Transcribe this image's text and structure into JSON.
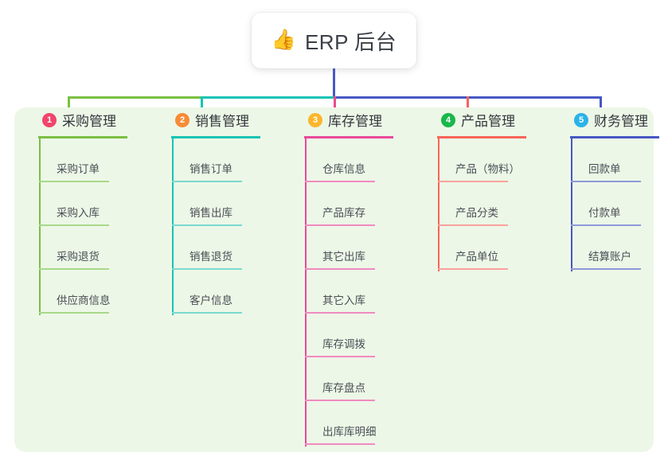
{
  "root": {
    "icon": "thumbs-up-icon",
    "icon_glyph": "👍",
    "title": "ERP 后台"
  },
  "theme": {
    "page_background": "#ffffff",
    "panel_background": "#edf7e7",
    "root_text": "#3b3f46",
    "item_text": "#4a4f56",
    "stem_color": "#4758c4"
  },
  "connectors": {
    "bus_segments": [
      {
        "name": "bus-segment-1",
        "color": "#7ac043"
      },
      {
        "name": "bus-segment-2",
        "color": "#16c4b4"
      },
      {
        "name": "bus-segment-3",
        "color": "#4758c4"
      },
      {
        "name": "bus-segment-4",
        "color": "#4758c4"
      }
    ],
    "drops": [
      {
        "name": "drop-1",
        "color": "#7ac043"
      },
      {
        "name": "drop-2",
        "color": "#16c4b4"
      },
      {
        "name": "drop-3",
        "color": "#ea4c8d"
      },
      {
        "name": "drop-4",
        "color": "#f8645a"
      },
      {
        "name": "drop-5",
        "color": "#4758c4"
      }
    ]
  },
  "columns": [
    {
      "number": "1",
      "title": "采购管理",
      "badge_color": "#f2456b",
      "line_color": "#7ac043",
      "item_line_color": "#a8d98a",
      "items": [
        {
          "label": "采购订单"
        },
        {
          "label": "采购入库"
        },
        {
          "label": "采购退货"
        },
        {
          "label": "供应商信息"
        }
      ]
    },
    {
      "number": "2",
      "title": "销售管理",
      "badge_color": "#f78b35",
      "line_color": "#16c4b4",
      "item_line_color": "#7bd9d0",
      "items": [
        {
          "label": "销售订单"
        },
        {
          "label": "销售出库"
        },
        {
          "label": "销售退货"
        },
        {
          "label": "客户信息"
        }
      ]
    },
    {
      "number": "3",
      "title": "库存管理",
      "badge_color": "#fcb62c",
      "line_color": "#e84a9a",
      "item_line_color": "#f08bc0",
      "items": [
        {
          "label": "仓库信息"
        },
        {
          "label": "产品库存"
        },
        {
          "label": "其它出库"
        },
        {
          "label": "其它入库"
        },
        {
          "label": "库存调拨"
        },
        {
          "label": "库存盘点"
        },
        {
          "label": "出库库明细"
        }
      ]
    },
    {
      "number": "4",
      "title": "产品管理",
      "badge_color": "#19b74b",
      "line_color": "#f8645a",
      "item_line_color": "#f8a29c",
      "items": [
        {
          "label": "产品（物料）"
        },
        {
          "label": "产品分类"
        },
        {
          "label": "产品单位"
        }
      ]
    },
    {
      "number": "5",
      "title": "财务管理",
      "badge_color": "#2bb3e8",
      "line_color": "#4758c4",
      "item_line_color": "#8d9ad8",
      "items": [
        {
          "label": "回款单"
        },
        {
          "label": "付款单"
        },
        {
          "label": "结算账户"
        }
      ]
    }
  ]
}
